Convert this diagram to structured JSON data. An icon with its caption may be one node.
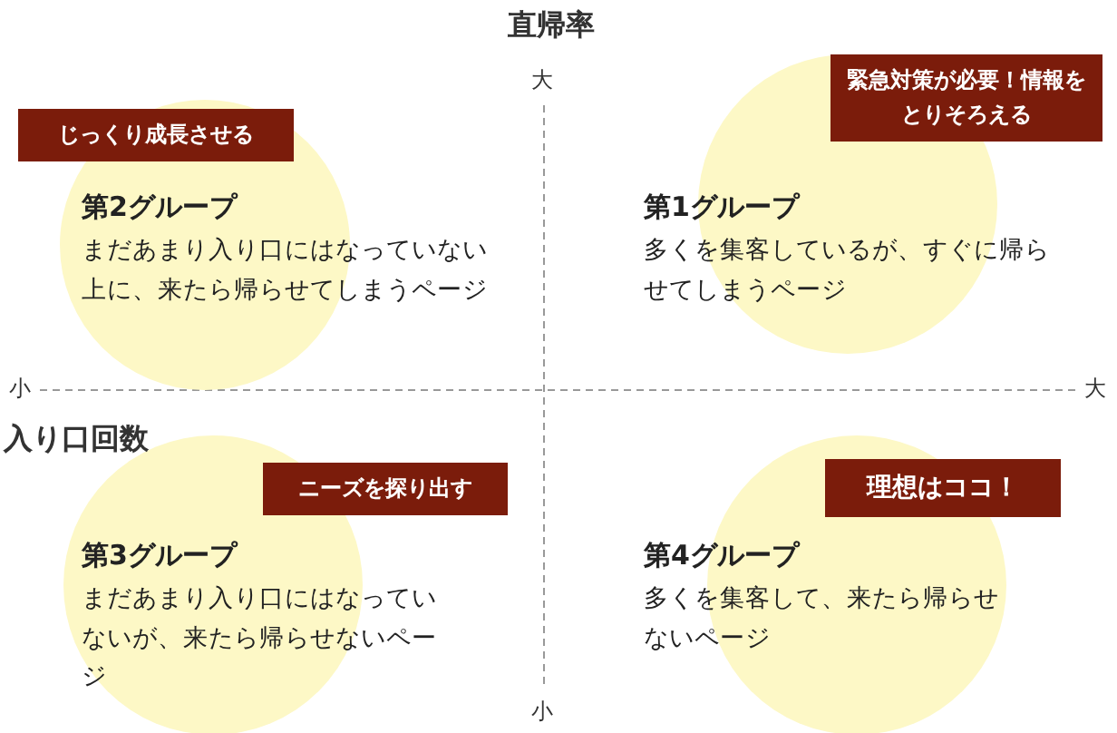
{
  "diagram": {
    "nodes": [
      {
        "text": [
          "じっくり成長させる"
        ]
      },
      {
        "text": [
          "緊急対策が必要！情報をとりそろえる"
        ]
      },
      {
        "text": [
          "第2グループ",
          "まだあまり入り口にはなっていない上に、来たら帰らせてしまうページ"
        ]
      },
      {
        "text": [
          "第1グループ",
          "多くを集客しているが、すぐに帰らせてしまうページ"
        ]
      },
      {
        "text": [
          "ニーズを探り出す"
        ]
      },
      {
        "text": [
          "理想はココ！"
        ]
      },
      {
        "text": [
          "第3グループ",
          "まだあまり入り口にはなっていないが、来たら帰らせないページ"
        ]
      },
      {
        "text": [
          "第4グループ",
          "多くを集客して、来たら帰らせないページ"
        ]
      }
    ],
    "edges": [],
    "labels": [
      "直帰率",
      "大",
      "小",
      "大",
      "入り口回数",
      "小"
    ]
  }
}
